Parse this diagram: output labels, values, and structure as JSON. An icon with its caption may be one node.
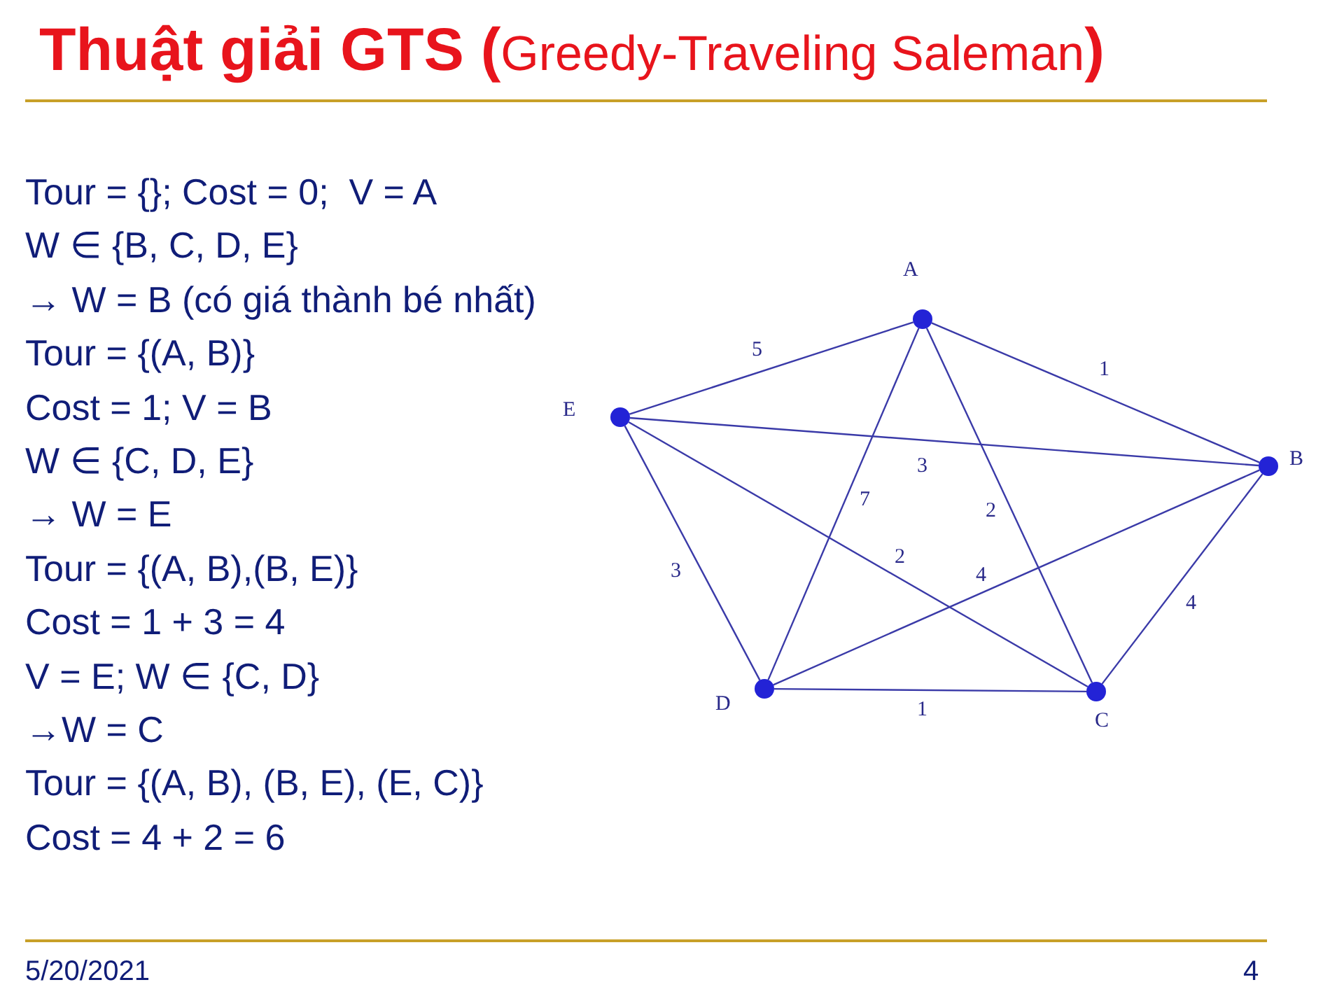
{
  "diagram": {
    "title": "**Thuật giải GTS (**Greedy-Traveling Saleman**)**",
    "nodes": [
      {
        "text": [],
        "shape": "circle",
        "beside": [
          "A"
        ]
      },
      {
        "text": [],
        "shape": "circle",
        "beside": [
          "E"
        ]
      },
      {
        "text": [],
        "shape": "circle",
        "beside": [
          "B"
        ]
      },
      {
        "text": [],
        "shape": "circle",
        "beside": [
          "D"
        ]
      },
      {
        "text": [],
        "shape": "circle",
        "beside": [
          "C"
        ]
      }
    ],
    "edges": [
      {
        "from": 0,
        "to": 1,
        "arrow": "none",
        "label": "5"
      },
      {
        "from": 0,
        "to": 2,
        "arrow": "none",
        "label": "1"
      },
      {
        "from": 1,
        "to": 2,
        "arrow": "none",
        "label": "3"
      },
      {
        "from": 0,
        "to": 3,
        "arrow": "none",
        "label": "7"
      },
      {
        "from": 0,
        "to": 4,
        "arrow": "none",
        "label": "2"
      },
      {
        "from": 1,
        "to": 3,
        "arrow": "none",
        "label": "3"
      },
      {
        "from": 1,
        "to": 4,
        "arrow": "none",
        "label": "2"
      },
      {
        "from": 3,
        "to": 2,
        "arrow": "none",
        "label": "4"
      },
      {
        "from": 2,
        "to": 4,
        "arrow": "none",
        "label": "4"
      },
      {
        "from": 3,
        "to": 4,
        "arrow": "none",
        "label": "1"
      }
    ],
    "labels": [
      "Tour = {}; Cost = 0;  V = A",
      "W ∈ {B, C, D, E}",
      "→ W = B (có giá thành bé nhất)",
      "Tour = {(A, B)}",
      "Cost = 1; V = B",
      "W ∈ {C, D, E}",
      "→ W = E",
      "Tour = {(A, B),(B, E)}",
      "Cost = 1 + 3 = 4",
      "V = E; W ∈ {C, D}",
      "→W = C",
      "Tour = {(A, B), (B, E), (E, C)}",
      "Cost = 4 + 2 = 6",
      "5/20/2021",
      "4"
    ]
  }
}
